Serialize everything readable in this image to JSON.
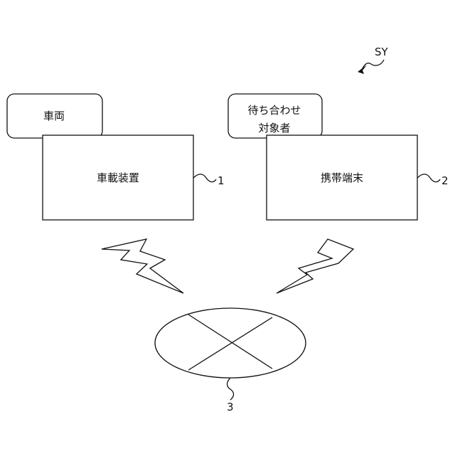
{
  "system_ref": "SY",
  "vehicle": {
    "tab_label": "車両",
    "device_label": "車載装置",
    "ref": "1"
  },
  "person": {
    "tab_line1": "待ち合わせ",
    "tab_line2": "対象者",
    "device_label": "携帯端末",
    "ref": "2"
  },
  "network": {
    "ref": "3"
  }
}
